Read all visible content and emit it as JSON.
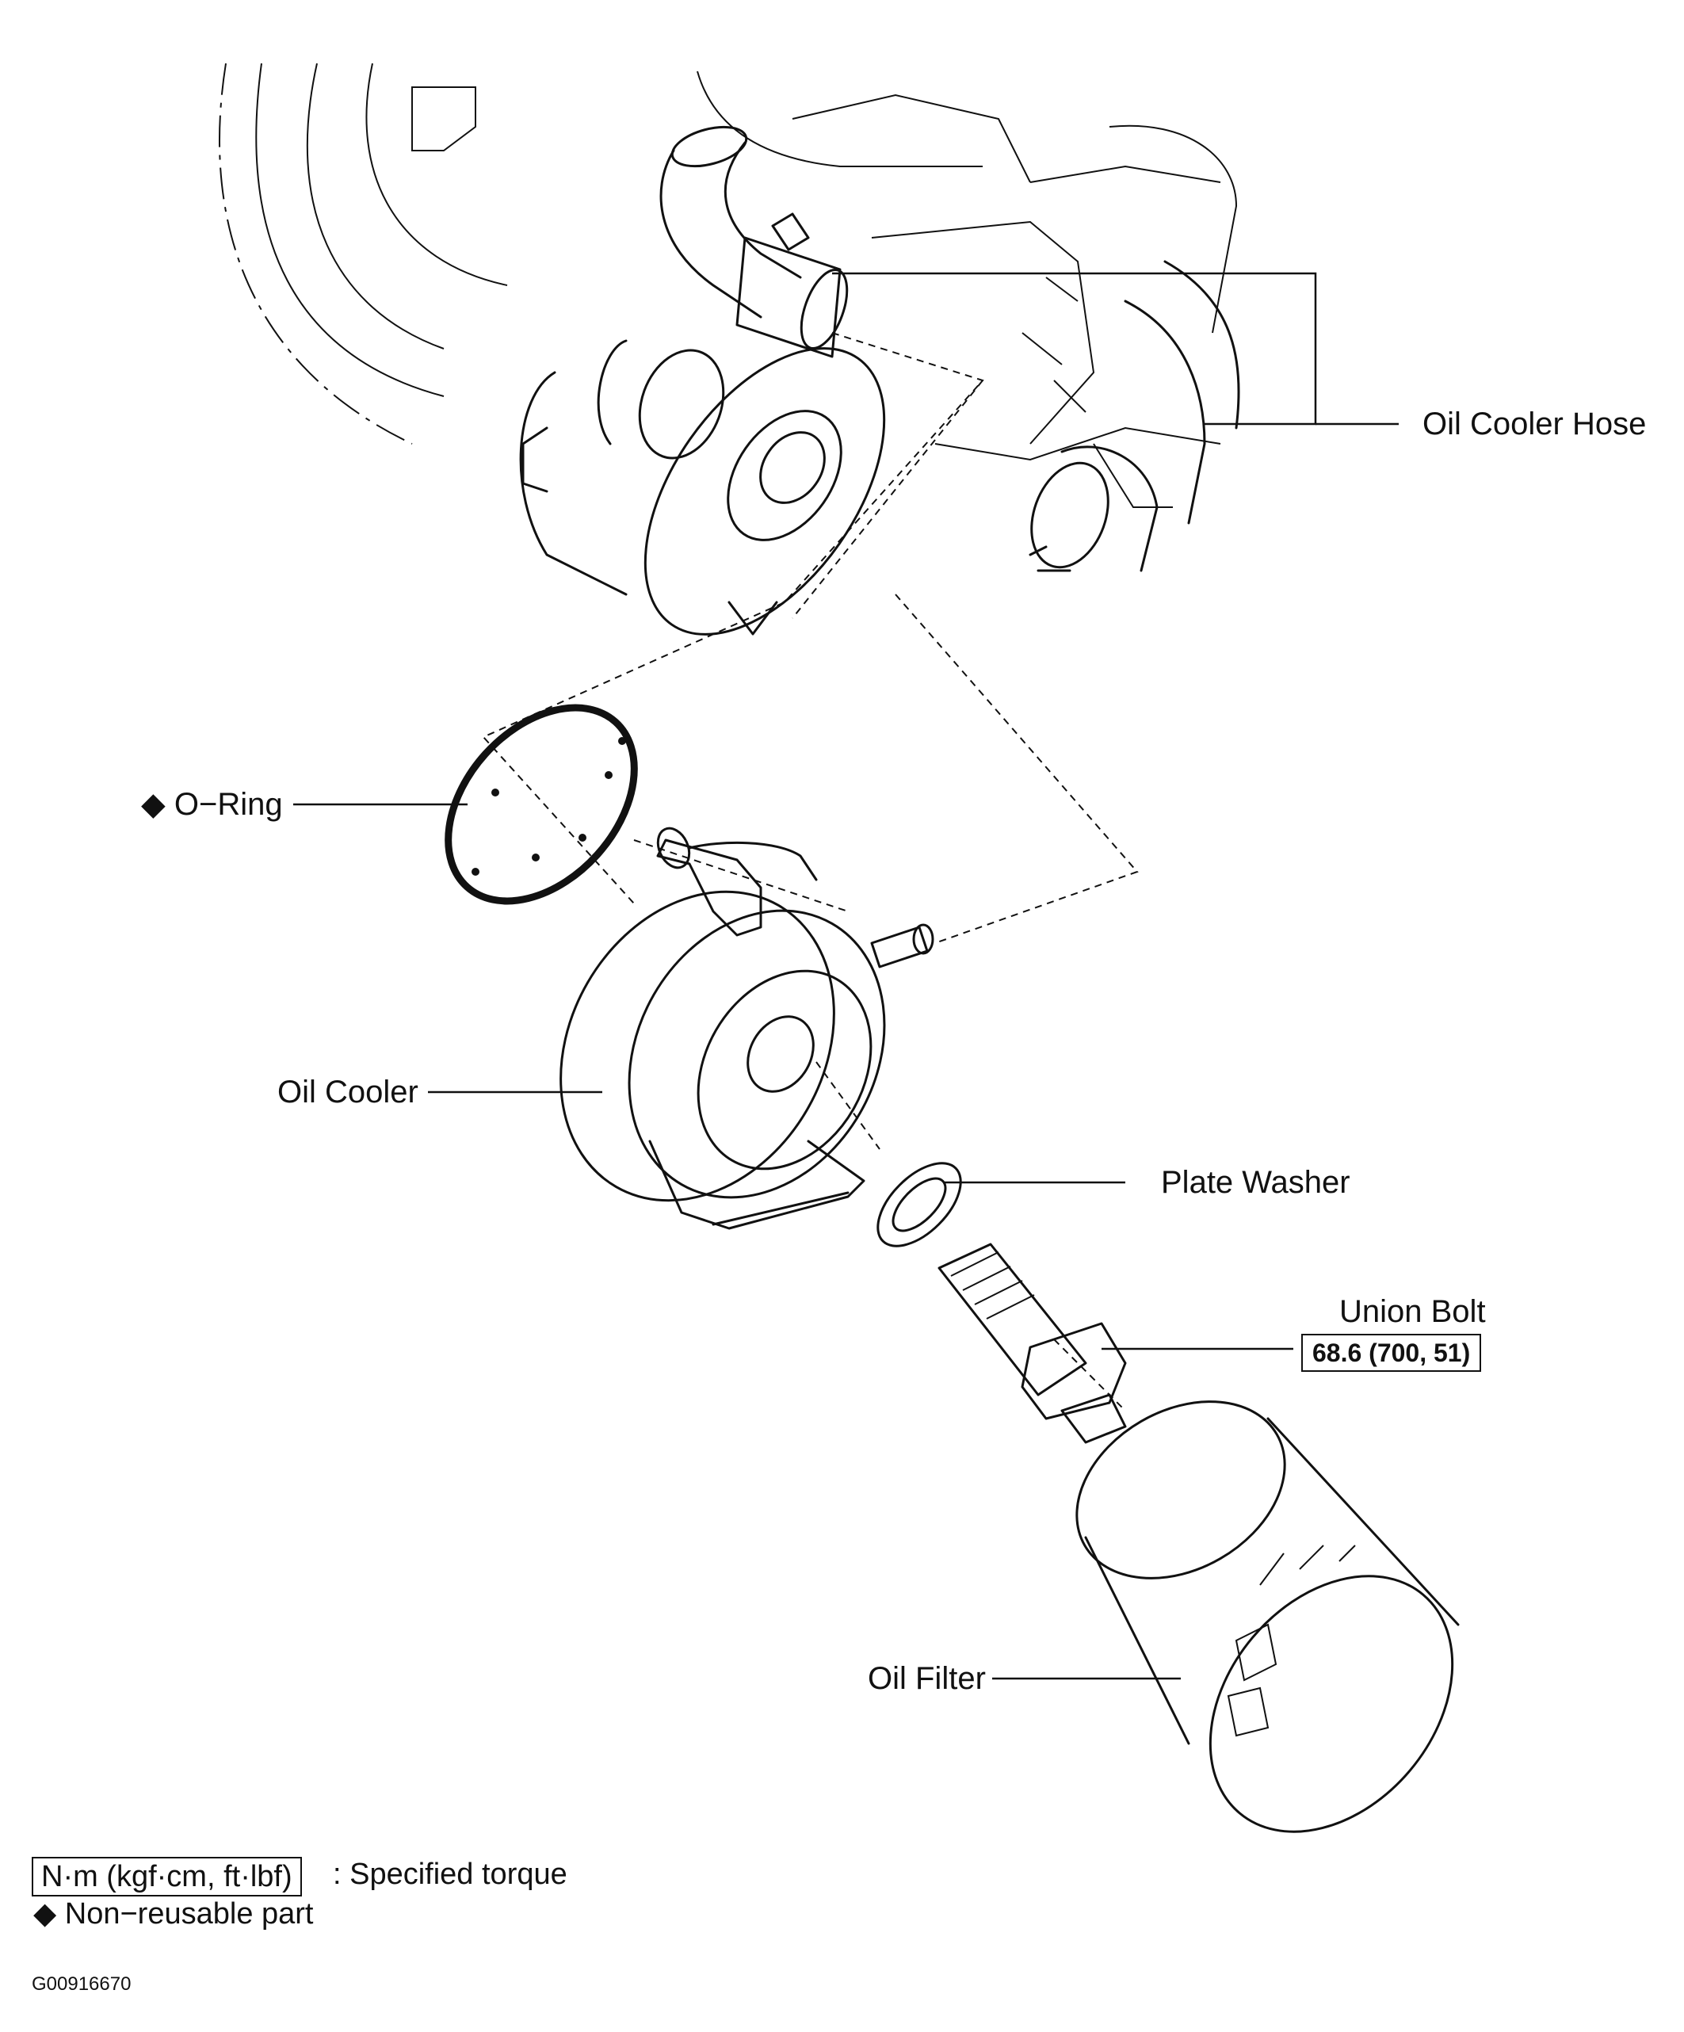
{
  "labels": {
    "oil_cooler_hose": "Oil Cooler Hose",
    "o_ring": "◆ O−Ring",
    "oil_cooler": "Oil Cooler",
    "plate_washer": "Plate Washer",
    "union_bolt": "Union Bolt",
    "union_bolt_torque": "68.6 (700, 51)",
    "oil_filter": "Oil Filter"
  },
  "legend": {
    "torque_unit_box": "N·m (kgf·cm, ft·lbf)",
    "torque_text": ": Specified torque",
    "non_reusable": "◆ Non−reusable part"
  },
  "figure_id": "G00916670"
}
